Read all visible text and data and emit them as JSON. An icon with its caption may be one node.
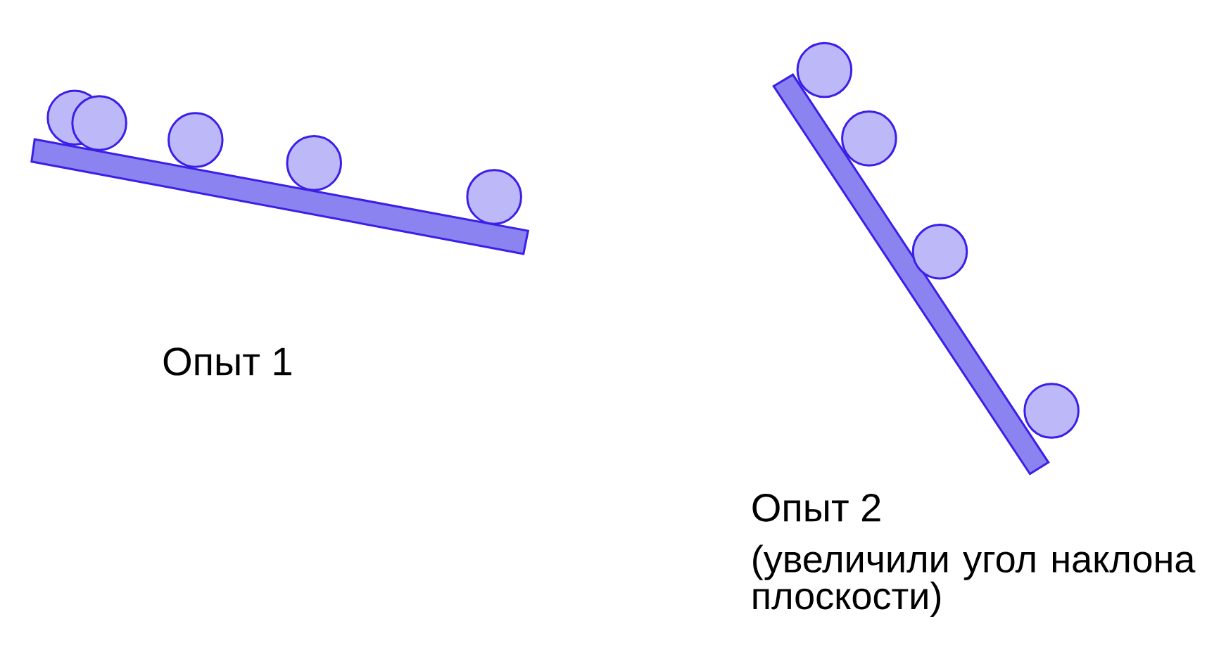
{
  "diagram": {
    "labels": [
      "Опыт 1",
      "Опыт 2",
      "(увеличили угол наклона плоскости)"
    ]
  }
}
